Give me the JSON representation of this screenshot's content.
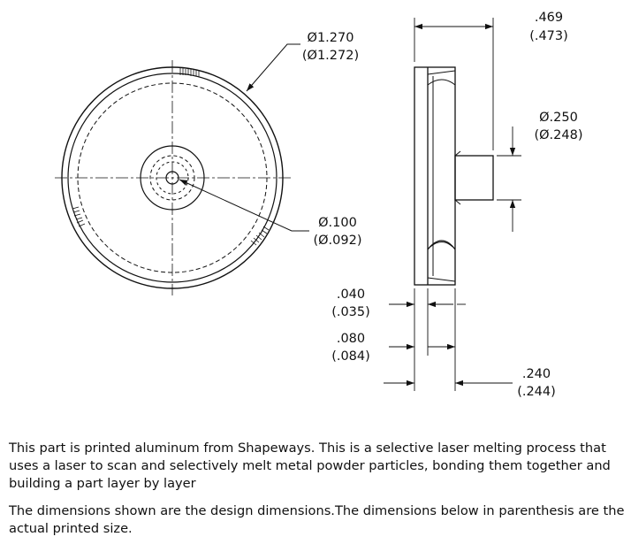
{
  "dimensions": {
    "outer_dia": "Ø1.270",
    "outer_dia_actual": "(Ø1.272)",
    "bore_dia": "Ø.100",
    "bore_dia_actual": "(Ø.092)",
    "overall_len": ".469",
    "overall_len_actual": "(.473)",
    "hub_dia": "Ø.250",
    "hub_dia_actual": "(Ø.248)",
    "flange_thk": ".040",
    "flange_thk_actual": "(.035)",
    "rim_width": ".080",
    "rim_width_actual": "(.084)",
    "hub_len": ".240",
    "hub_len_actual": "(.244)"
  },
  "notes": {
    "paragraph1": "This part is printed aluminum from Shapeways. This is a selective laser melting process that uses a laser to scan and selectively melt metal powder particles, bonding them together and building a part layer by layer",
    "paragraph2": "The dimensions shown are the design dimensions.The dimensions below in parenthesis are the  actual  printed size."
  },
  "colors": {
    "line": "#111111",
    "background": "#ffffff"
  }
}
